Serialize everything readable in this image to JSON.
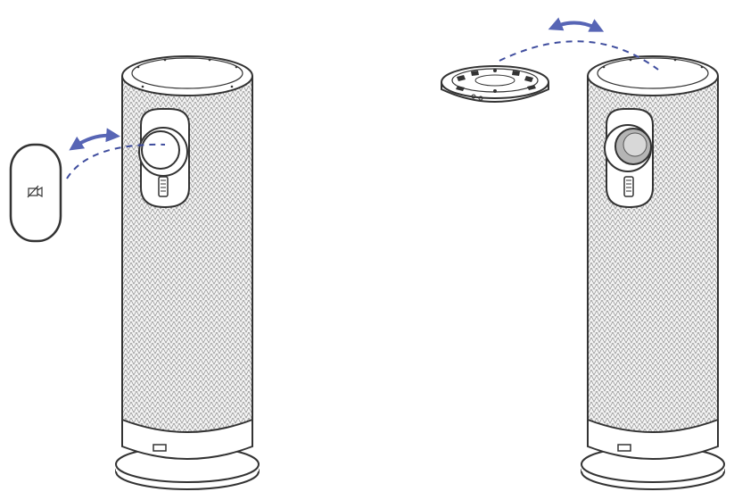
{
  "diagram": {
    "left_panel": {
      "device": "speaker-camera",
      "detached_part": "lens-cover",
      "cover_icon": "camera-off-icon",
      "motion": "detach-and-rotate"
    },
    "right_panel": {
      "device": "speaker-camera",
      "detached_part": "top-control-panel",
      "motion": "detach-and-rotate"
    },
    "colors": {
      "outline": "#333333",
      "mesh": "#8a8a8a",
      "mesh_bg": "#f4f4f4",
      "accent_arrow": "#5765b5",
      "dashed_path": "#3f4d9e"
    }
  }
}
